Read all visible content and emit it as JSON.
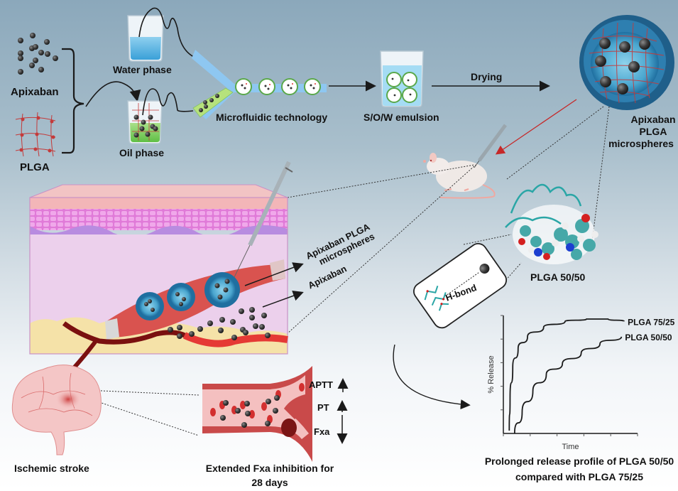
{
  "inputs": {
    "apixaban_label": "Apixaban",
    "plga_label": "PLGA"
  },
  "phases": {
    "water_label": "Water phase",
    "oil_label": "Oil phase"
  },
  "process": {
    "microfluidic_label": "Microfluidic technology",
    "emulsion_label": "S/O/W emulsion",
    "drying_label": "Drying"
  },
  "product": {
    "microspheres_line1": "Apixaban",
    "microspheres_line2": "PLGA",
    "microspheres_line3": "microspheres"
  },
  "tissue": {
    "microspheres_label_line1": "Apixaban PLGA",
    "microspheres_label_line2": "microspheres",
    "apixaban_label": "Apixaban"
  },
  "molecule": {
    "plga_label": "PLGA 50/50",
    "hbond_label": "H-bond"
  },
  "outcome": {
    "stroke_label": "Ischemic stroke",
    "vessel_caption_line1": "Extended Fxa inhibition for",
    "vessel_caption_line2": "28 days",
    "markers": [
      {
        "name": "APTT",
        "direction": "up"
      },
      {
        "name": "PT",
        "direction": "up"
      },
      {
        "name": "Fxa",
        "direction": "down"
      }
    ]
  },
  "chart_data": {
    "type": "line",
    "title": "Prolonged release profile of PLGA 50/50 compared with PLGA 75/25",
    "title_line1": "Prolonged release profile of PLGA 50/50",
    "title_line2": "compared with PLGA 75/25",
    "xlabel": "Time",
    "ylabel": "% Release",
    "xlim": [
      0,
      5
    ],
    "ylim": [
      0,
      5
    ],
    "x_ticks": 5,
    "y_ticks": 5,
    "grid": false,
    "legend": "inline-right",
    "series": [
      {
        "name": "PLGA 75/25",
        "x": [
          0.22,
          0.25,
          0.35,
          0.55,
          0.9,
          1.5,
          2.3,
          3.1,
          3.9,
          4.5
        ],
        "y": [
          0.12,
          1.5,
          2.8,
          3.6,
          4.1,
          4.5,
          4.75,
          4.85,
          4.85,
          4.75
        ]
      },
      {
        "name": "PLGA 50/50",
        "x": [
          0.42,
          0.7,
          1.1,
          1.6,
          2.2,
          2.9,
          3.6,
          4.4
        ],
        "y": [
          0.0,
          0.9,
          1.8,
          2.5,
          2.95,
          3.4,
          3.8,
          4.1
        ]
      }
    ]
  }
}
